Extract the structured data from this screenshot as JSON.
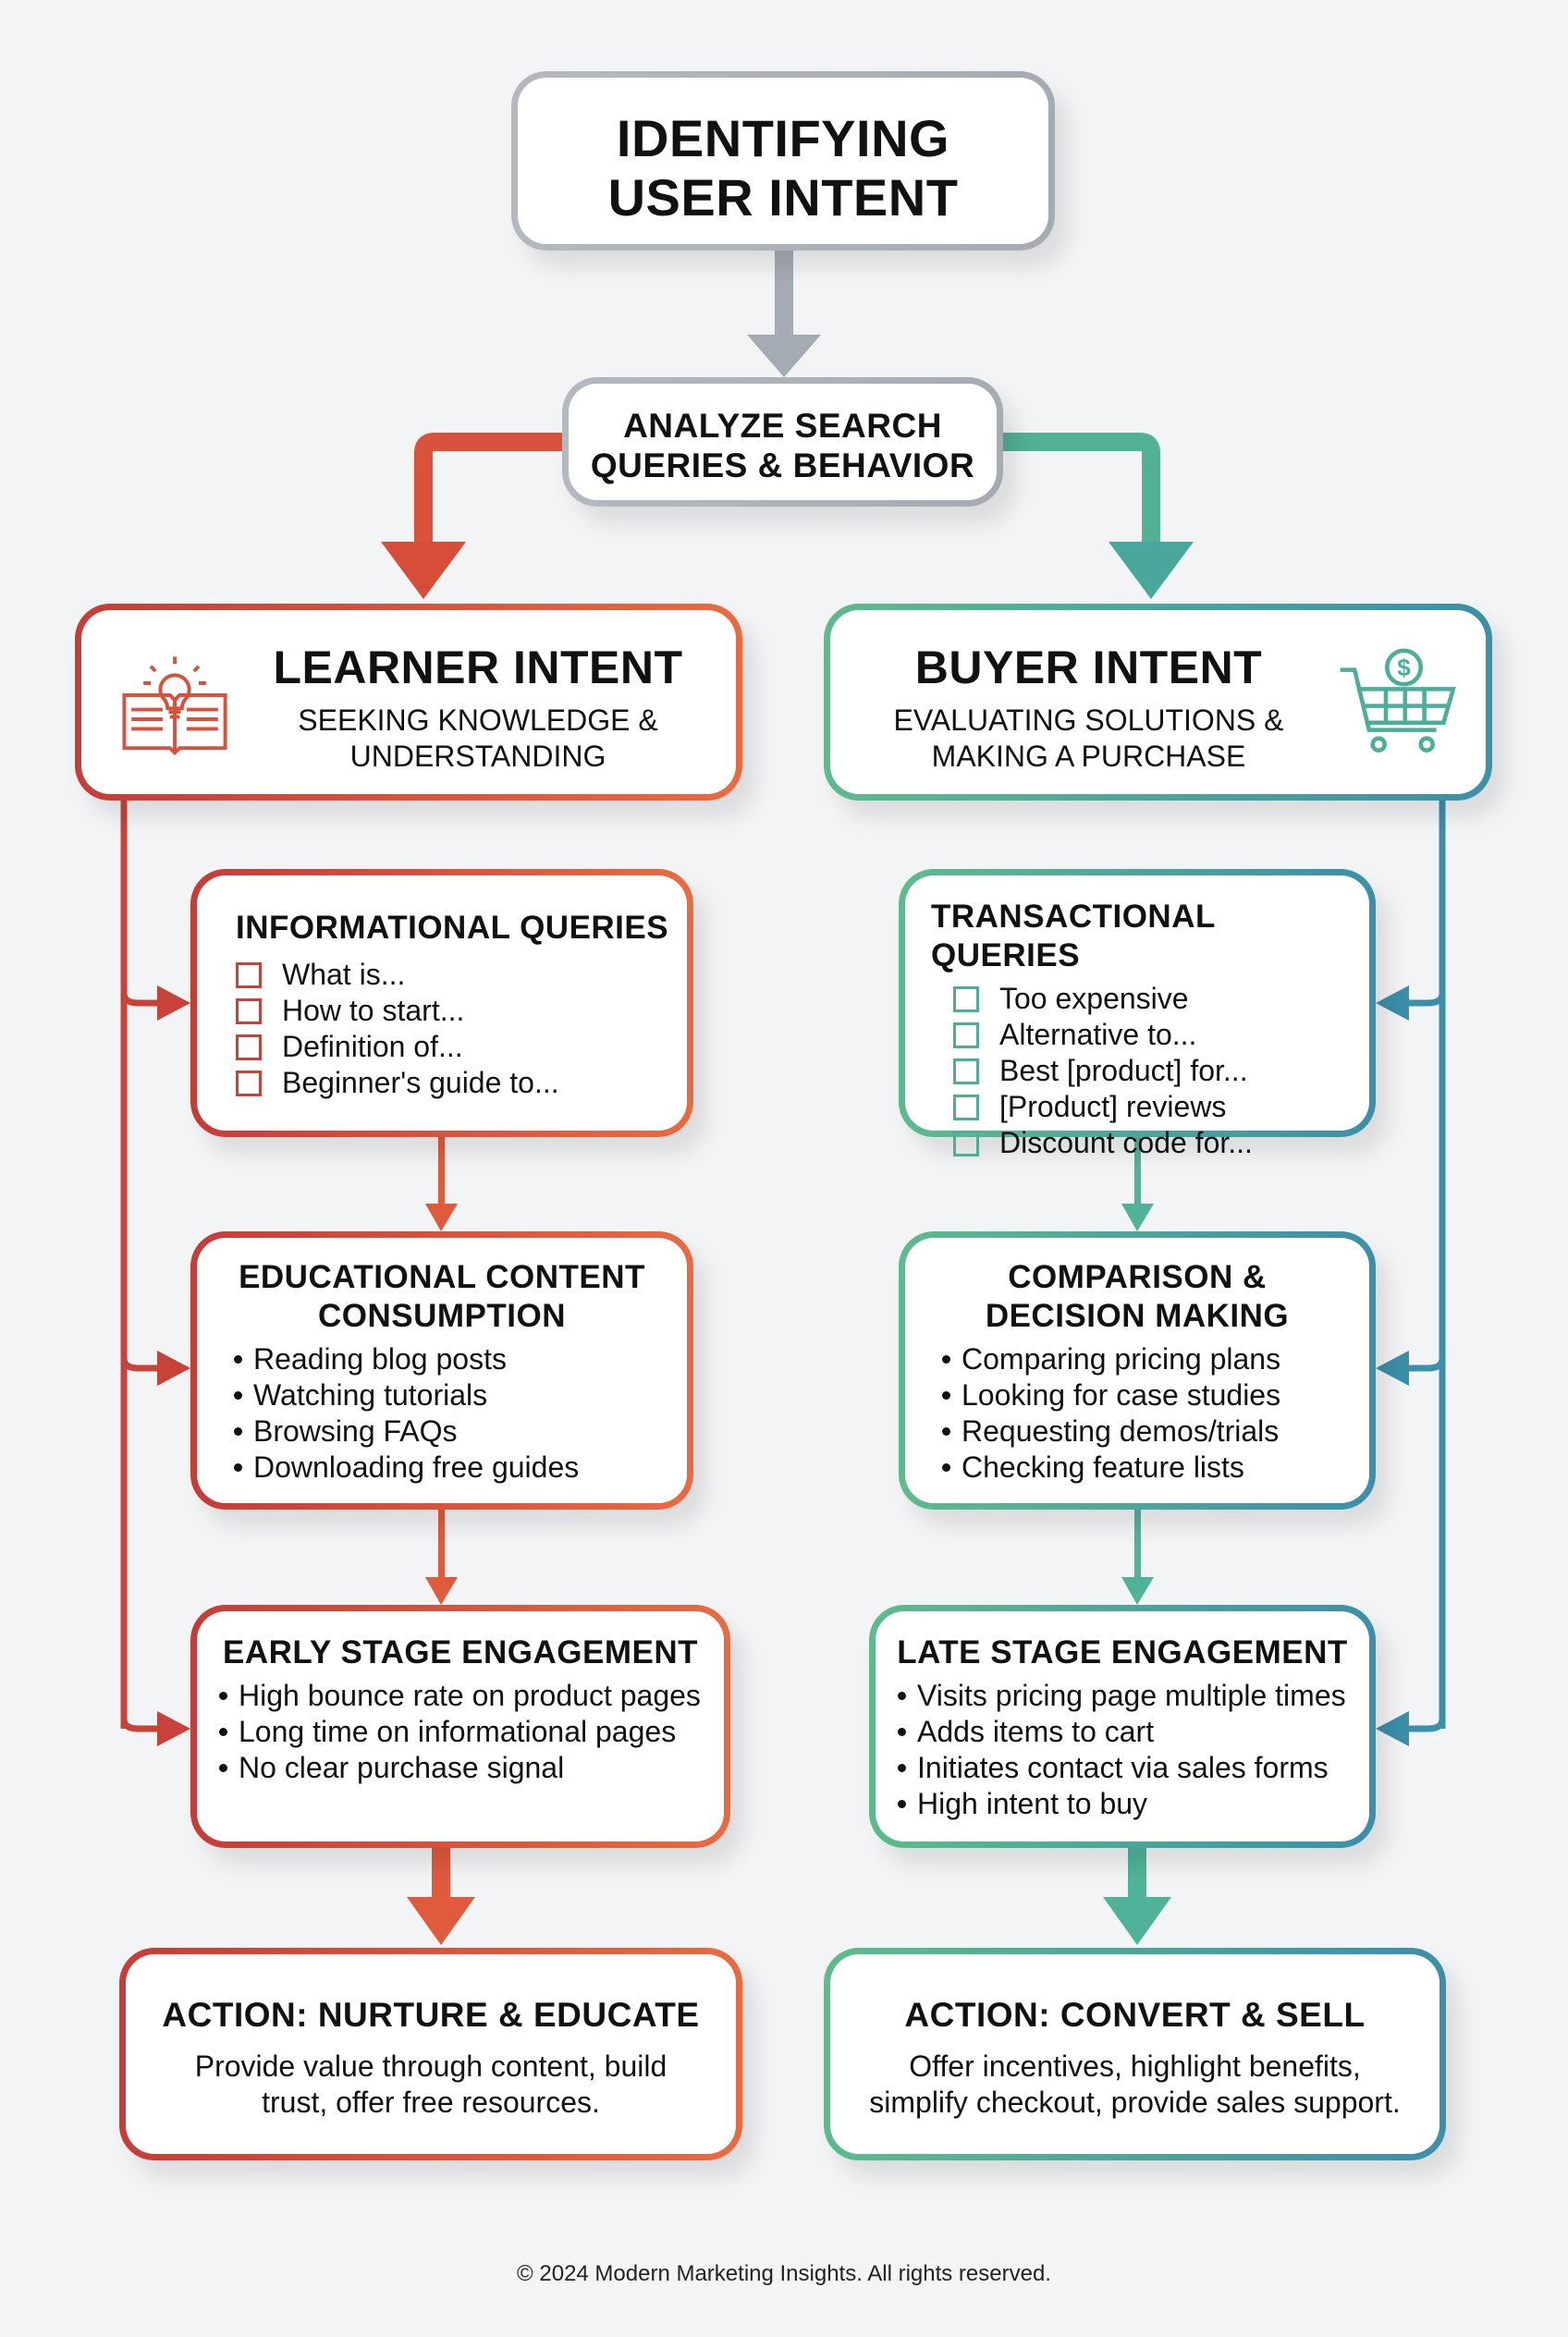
{
  "title": "IDENTIFYING USER INTENT",
  "title_lines": [
    "IDENTIFYING",
    "USER INTENT"
  ],
  "analyze": {
    "lines": [
      "ANALYZE SEARCH",
      "QUERIES & BEHAVIOR"
    ]
  },
  "colors": {
    "learner_start": "#c63c38",
    "learner_end": "#ea6a40",
    "buyer_start": "#5dbb8e",
    "buyer_end": "#3b8fa9",
    "neutral": "#a5abb2"
  },
  "learner": {
    "title": "LEARNER INTENT",
    "subtitle_lines": [
      "SEEKING KNOWLEDGE &",
      "UNDERSTANDING"
    ],
    "icon": "book-lightbulb-icon",
    "informational": {
      "title": "INFORMATIONAL QUERIES",
      "items": [
        "What is...",
        "How to start...",
        "Definition of...",
        "Beginner's guide to..."
      ]
    },
    "educational": {
      "title_lines": [
        "EDUCATIONAL CONTENT",
        "CONSUMPTION"
      ],
      "items": [
        "Reading blog posts",
        "Watching tutorials",
        "Browsing FAQs",
        "Downloading free guides"
      ]
    },
    "early": {
      "title": "EARLY STAGE ENGAGEMENT",
      "items": [
        "High bounce rate on product pages",
        "Long time on informational pages",
        "No clear purchase signal"
      ]
    },
    "action": {
      "title": "ACTION: NURTURE & EDUCATE",
      "desc_lines": [
        "Provide value through content, build",
        "trust, offer free resources."
      ]
    }
  },
  "buyer": {
    "title": "BUYER INTENT",
    "subtitle_lines": [
      "EVALUATING SOLUTIONS &",
      "MAKING A PURCHASE"
    ],
    "icon": "shopping-cart-dollar-icon",
    "transactional": {
      "title": "TRANSACTIONAL QUERIES",
      "items": [
        "Too expensive",
        "Alternative to...",
        "Best [product] for...",
        "[Product] reviews",
        "Discount code for..."
      ]
    },
    "comparison": {
      "title_lines": [
        "COMPARISON &",
        "DECISION MAKING"
      ],
      "items": [
        "Comparing pricing plans",
        "Looking for case studies",
        "Requesting demos/trials",
        "Checking feature lists"
      ]
    },
    "late": {
      "title": "LATE STAGE ENGAGEMENT",
      "items": [
        "Visits pricing page multiple times",
        "Adds items to cart",
        "Initiates contact via sales forms",
        "High intent to buy"
      ]
    },
    "action": {
      "title": "ACTION: CONVERT & SELL",
      "desc_lines": [
        "Offer incentives, highlight benefits,",
        "simplify checkout, provide sales support."
      ]
    }
  },
  "footer": "© 2024 Modern Marketing Insights. All rights reserved."
}
